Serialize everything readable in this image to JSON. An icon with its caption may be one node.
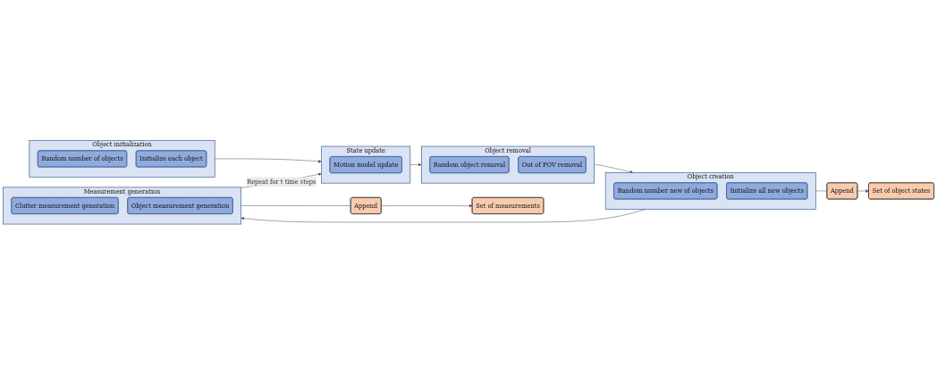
{
  "diagram": {
    "nodes": [
      {
        "text": [
          "Object initialization"
        ]
      },
      {
        "text": [
          "Random number of objects"
        ],
        "in": 0
      },
      {
        "text": [
          "Initialize each object"
        ],
        "in": 0
      },
      {
        "text": [
          "State update"
        ]
      },
      {
        "text": [
          "Motion model update"
        ],
        "in": 3
      },
      {
        "text": [
          "Object removal"
        ]
      },
      {
        "text": [
          "Random object removal"
        ],
        "in": 5
      },
      {
        "text": [
          "Out of FOV removal"
        ],
        "in": 5
      },
      {
        "text": [
          "Object creation"
        ]
      },
      {
        "text": [
          "Random number new of objects"
        ],
        "in": 8
      },
      {
        "text": [
          "Initialize all new objects"
        ],
        "in": 8
      },
      {
        "text": [
          "Measurement generation"
        ]
      },
      {
        "text": [
          "Clutter measurement generation"
        ],
        "in": 11
      },
      {
        "text": [
          "Object measurement generation"
        ],
        "in": 11
      },
      {
        "text": [
          "Set of object states"
        ]
      },
      {
        "text": [
          "Append"
        ]
      },
      {
        "text": [
          "Set of measurements"
        ]
      },
      {
        "text": [
          "Append"
        ]
      }
    ],
    "edges": [
      {
        "from": 0,
        "to": 3,
        "arrow": "to"
      },
      {
        "from": 3,
        "to": 5,
        "arrow": "to"
      },
      {
        "from": 5,
        "to": 8,
        "arrow": "to"
      },
      {
        "from": 8,
        "to": 11,
        "arrow": "to"
      },
      {
        "from": 8,
        "to": 15,
        "arrow": "none"
      },
      {
        "from": 15,
        "to": 14,
        "arrow": "to"
      },
      {
        "from": 11,
        "to": 17,
        "arrow": "none"
      },
      {
        "from": 17,
        "to": 16,
        "arrow": "to"
      },
      {
        "from": 11,
        "to": 3,
        "arrow": "to",
        "label": "Repeat for t time steps"
      }
    ]
  }
}
